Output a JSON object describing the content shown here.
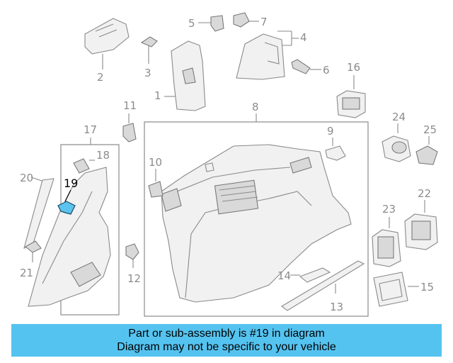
{
  "diagram": {
    "callouts": {
      "c1": "1",
      "c2": "2",
      "c3": "3",
      "c4": "4",
      "c5": "5",
      "c6": "6",
      "c7": "7",
      "c8": "8",
      "c9": "9",
      "c10": "10",
      "c11": "11",
      "c12": "12",
      "c13": "13",
      "c14": "14",
      "c15": "15",
      "c16": "16",
      "c17": "17",
      "c18": "18",
      "c19": "19",
      "c20": "20",
      "c21": "21",
      "c22": "22",
      "c23": "23",
      "c24": "24",
      "c25": "25"
    },
    "highlighted_part": "19",
    "highlight_color": "#5bc3ee"
  },
  "banner": {
    "line1": "Part or sub-assembly is #19 in diagram",
    "line2": "Diagram may not be specific to your vehicle",
    "color": "#55c3f0"
  }
}
